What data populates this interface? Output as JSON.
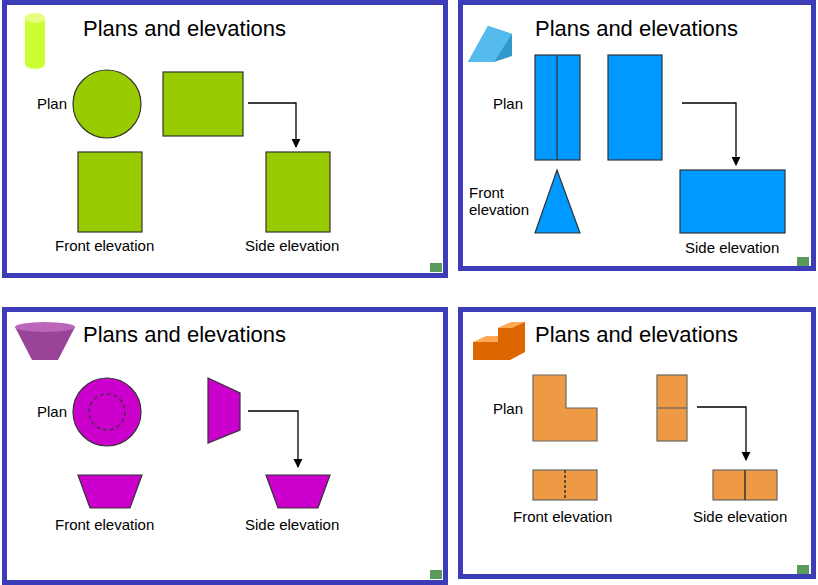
{
  "diagram": {
    "nodes": [
      {
        "text": [
          "Plans and elevations",
          "Plan",
          "Front elevation",
          "Side elevation"
        ]
      },
      {
        "text": [
          "Plans and elevations",
          "Plan",
          "Front elevation",
          "Side elevation"
        ]
      },
      {
        "text": [
          "Plans and elevations",
          "Plan",
          "Front elevation",
          "Side elevation"
        ]
      },
      {
        "text": [
          "Plans and elevations",
          "Plan",
          "Front elevation",
          "Side elevation"
        ]
      }
    ]
  }
}
